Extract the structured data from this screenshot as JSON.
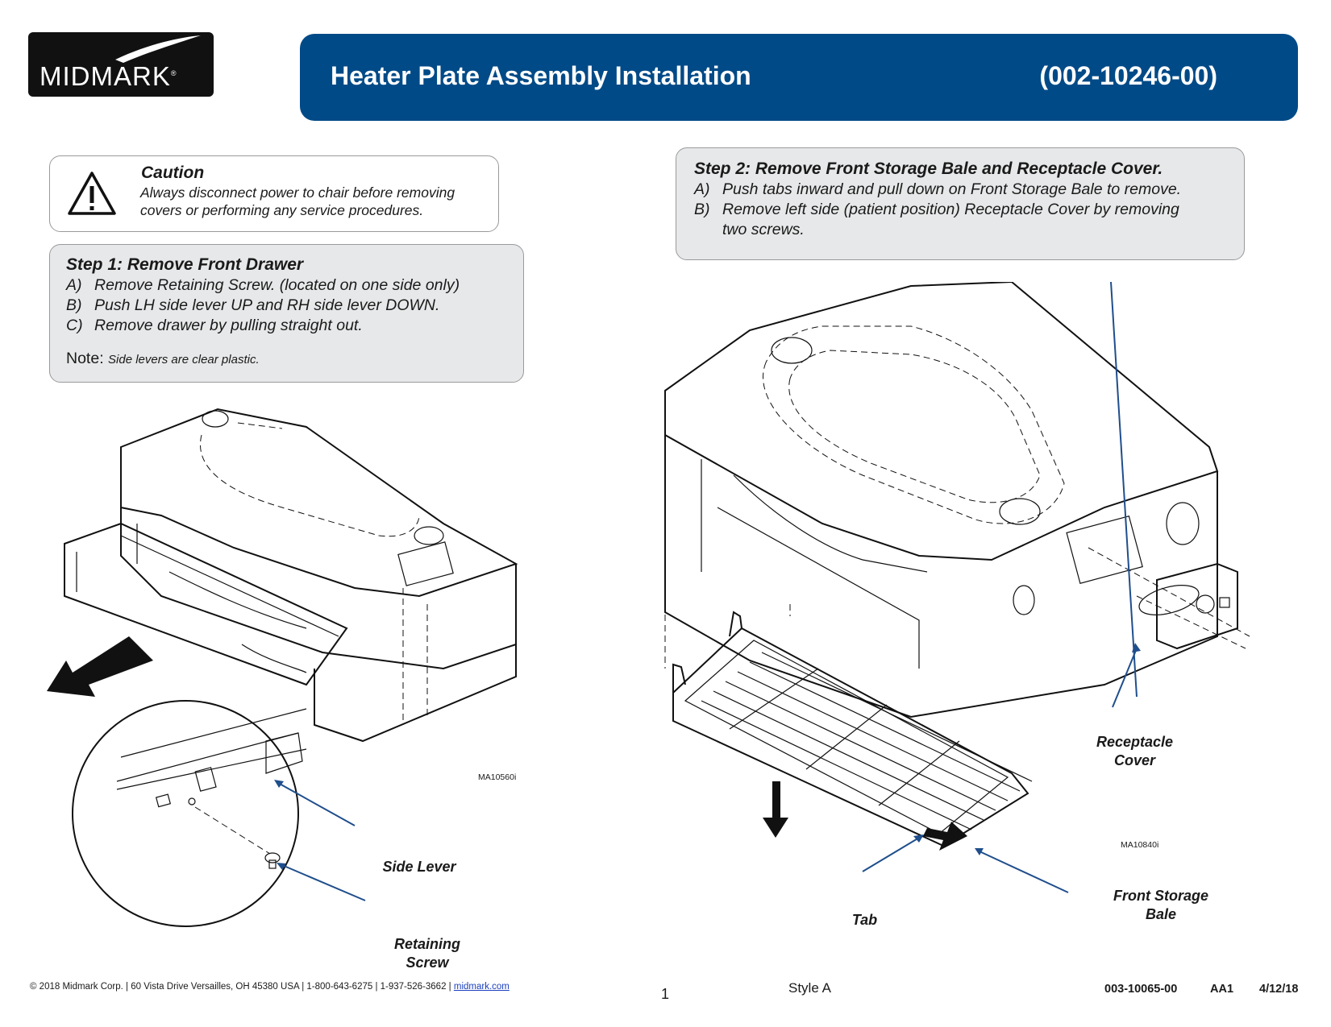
{
  "logo": {
    "text": "MIDMARK",
    "mark": "®"
  },
  "header": {
    "title": "Heater Plate Assembly Installation",
    "part_number": "(002-10246-00)"
  },
  "caution": {
    "title": "Caution",
    "line1": "Always disconnect power to chair before removing",
    "line2": "covers or performing any service procedures."
  },
  "step1": {
    "title": "Step 1:  Remove Front Drawer",
    "items": [
      {
        "letter": "A)",
        "text": "Remove Retaining Screw. (located on one side only)"
      },
      {
        "letter": "B)",
        "text": "Push LH side lever UP and RH side lever DOWN."
      },
      {
        "letter": "C)",
        "text": "Remove drawer by pulling straight out."
      }
    ],
    "note_label": "Note:",
    "note_text": "Side levers are clear plastic."
  },
  "step2": {
    "title": "Step 2:  Remove Front Storage Bale and Receptacle Cover.",
    "items": [
      {
        "letter": "A)",
        "text": "Push tabs inward and pull down on Front Storage Bale to remove."
      },
      {
        "letter": "B)",
        "text": "Remove left side (patient position) Receptacle Cover by removing"
      }
    ],
    "continuation": "two screws."
  },
  "figure1": {
    "ref": "MA10560i",
    "labels": {
      "side_lever": "Side Lever",
      "retaining_screw_1": "Retaining",
      "retaining_screw_2": "Screw"
    }
  },
  "figure2": {
    "ref": "MA10840i",
    "labels": {
      "receptacle_cover_1": "Receptacle",
      "receptacle_cover_2": "Cover",
      "front_storage_bale_1": "Front Storage",
      "front_storage_bale_2": "Bale",
      "tab": "Tab"
    }
  },
  "footer": {
    "copyright": "© 2018  Midmark Corp.  |  60 Vista Drive Versailles, OH 45380 USA  |  1-800-643-6275  |  1-937-526-3662  |",
    "link": "midmark.com",
    "page": "1",
    "style": "Style A",
    "doc_code": "003-10065-00",
    "revision": "AA1",
    "date": "4/12/18"
  },
  "colors": {
    "banner": "#004a87",
    "callout_line": "#1f4e8c",
    "box_fill": "#e7e8e9"
  },
  "icons": [
    "warning-triangle-icon",
    "arrow-icon"
  ]
}
